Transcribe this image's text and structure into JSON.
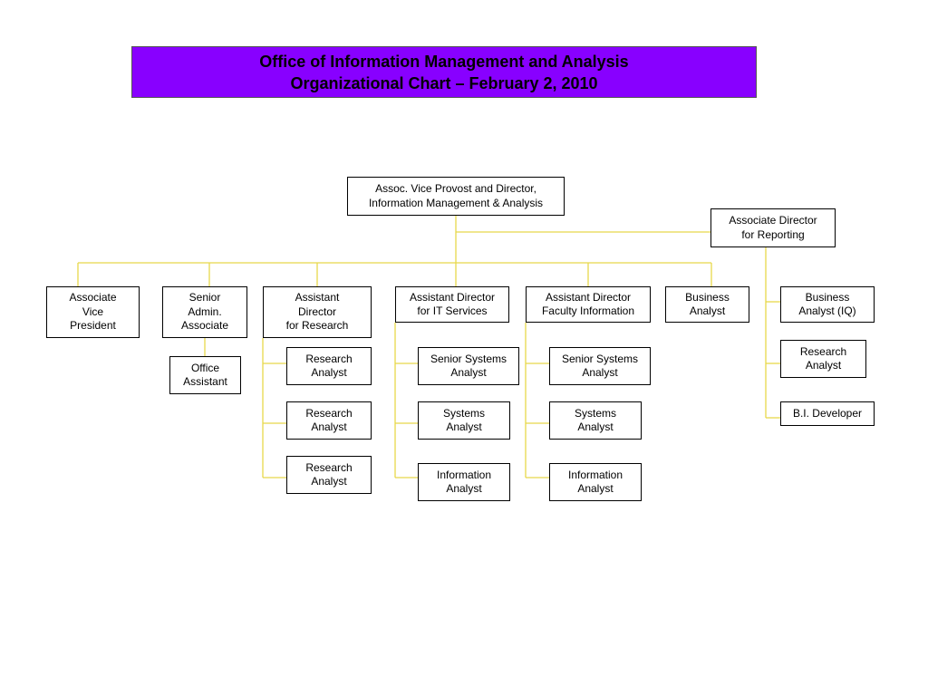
{
  "title": {
    "line1": "Office of Information Management and Analysis",
    "line2": "Organizational Chart – February 2, 2010"
  },
  "colors": {
    "banner": "#8800ff",
    "connector": "#e8d84a",
    "box_border": "#000000"
  },
  "nodes": {
    "director": "Assoc. Vice Provost and Director,\nInformation Management & Analysis",
    "assoc_director_reporting": "Associate Director\nfor Reporting",
    "associate_vp": "Associate\nVice\nPresident",
    "senior_admin": "Senior\nAdmin.\nAssociate",
    "office_assistant": "Office\nAssistant",
    "asst_dir_research": "Assistant\nDirector\nfor Research",
    "research_analyst_1": "Research\nAnalyst",
    "research_analyst_2": "Research\nAnalyst",
    "research_analyst_3": "Research\nAnalyst",
    "asst_dir_it": "Assistant Director\nfor  IT Services",
    "it_senior_systems_analyst": "Senior Systems\nAnalyst",
    "it_systems_analyst": "Systems\nAnalyst",
    "it_information_analyst": "Information\nAnalyst",
    "asst_dir_faculty": "Assistant Director\nFaculty Information",
    "fac_senior_systems_analyst": "Senior Systems\nAnalyst",
    "fac_systems_analyst": "Systems\nAnalyst",
    "fac_information_analyst": "Information\nAnalyst",
    "business_analyst": "Business\nAnalyst",
    "business_analyst_iq": "Business\nAnalyst (IQ)",
    "reporting_research_analyst": "Research\nAnalyst",
    "bi_developer": "B.I. Developer"
  }
}
